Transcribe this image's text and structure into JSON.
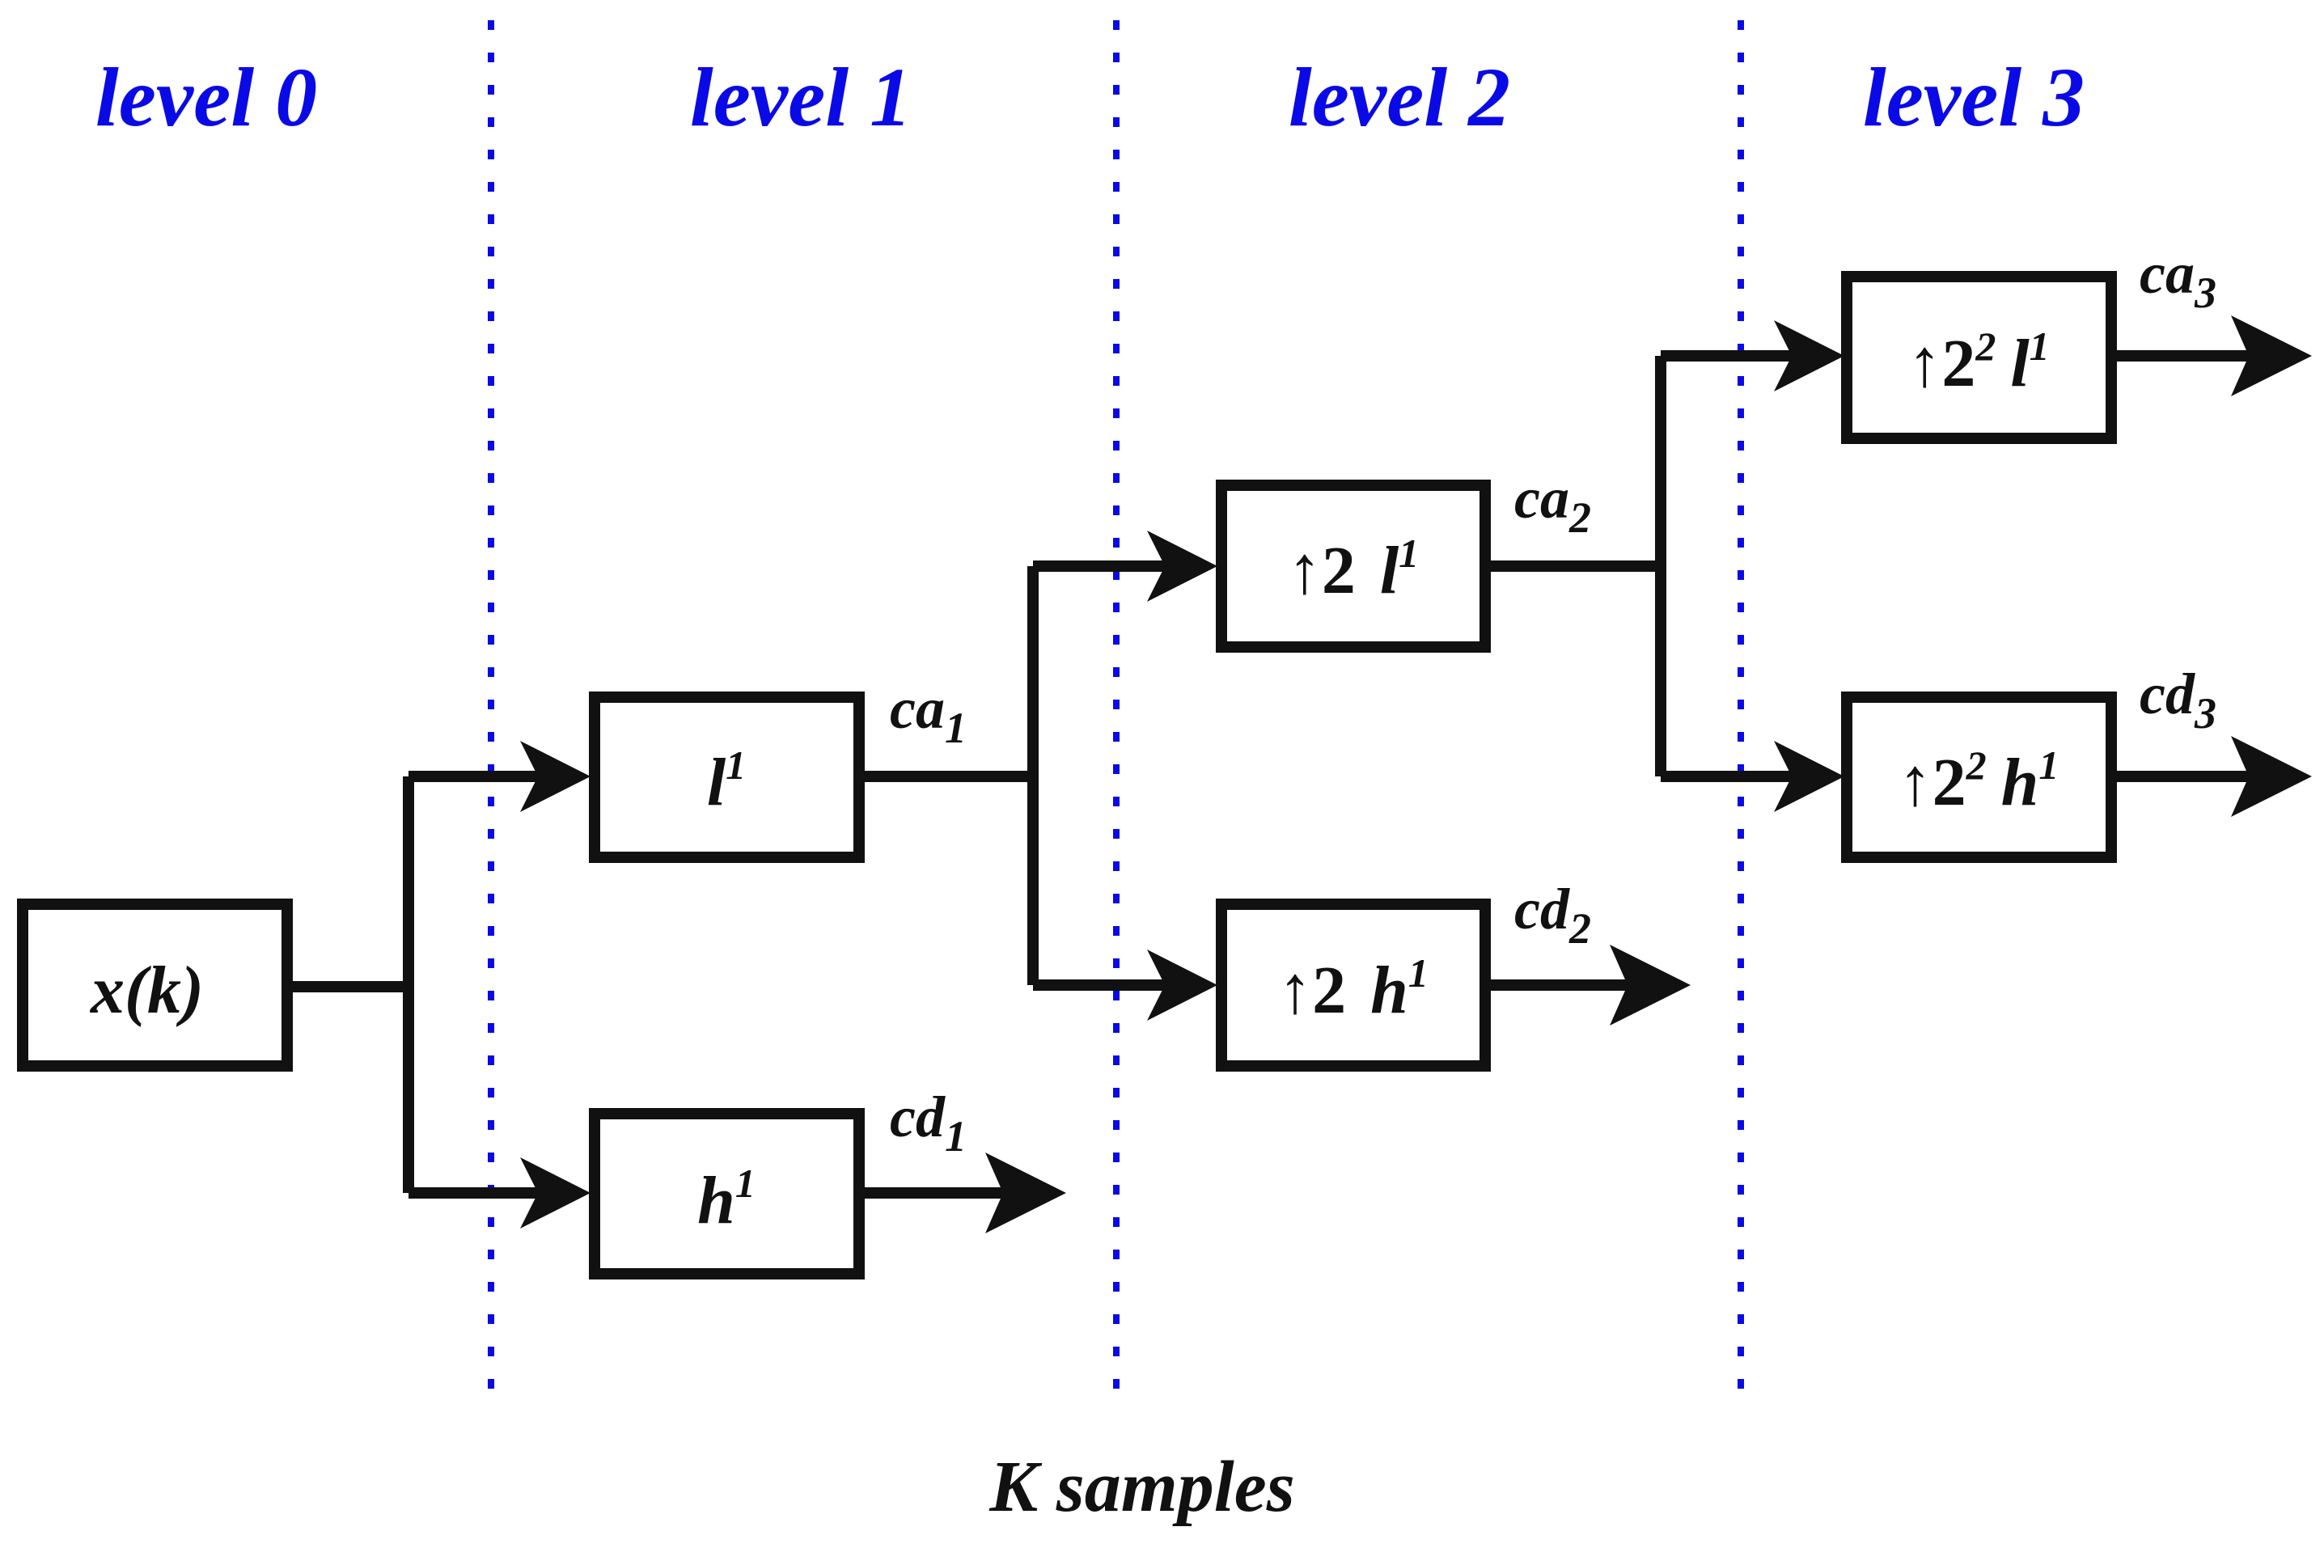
{
  "levels": [
    "level 0",
    "level 1",
    "level 2",
    "level 3"
  ],
  "footer": "K samples",
  "blocks": {
    "input": {
      "text": "x(k)"
    },
    "l1_low": {
      "main": "l",
      "sup": "1"
    },
    "l1_high": {
      "main": "h",
      "sup": "1"
    },
    "l2_low": {
      "up": "↑2",
      "main": "l",
      "sup": "1"
    },
    "l2_high": {
      "up": "↑2",
      "main": "h",
      "sup": "1"
    },
    "l3_low": {
      "up": "↑2",
      "up_sup": "2",
      "main": "l",
      "sup": "1"
    },
    "l3_high": {
      "up": "↑2",
      "up_sup": "2",
      "main": "h",
      "sup": "1"
    }
  },
  "signals": {
    "ca1": {
      "base": "ca",
      "sub": "1"
    },
    "cd1": {
      "base": "cd",
      "sub": "1"
    },
    "ca2": {
      "base": "ca",
      "sub": "2"
    },
    "cd2": {
      "base": "cd",
      "sub": "2"
    },
    "ca3": {
      "base": "ca",
      "sub": "3"
    },
    "cd3": {
      "base": "cd",
      "sub": "3"
    }
  },
  "colors": {
    "level_text": "#0a0ae6",
    "divider": "#0a0ae6",
    "lines": "#111111"
  }
}
